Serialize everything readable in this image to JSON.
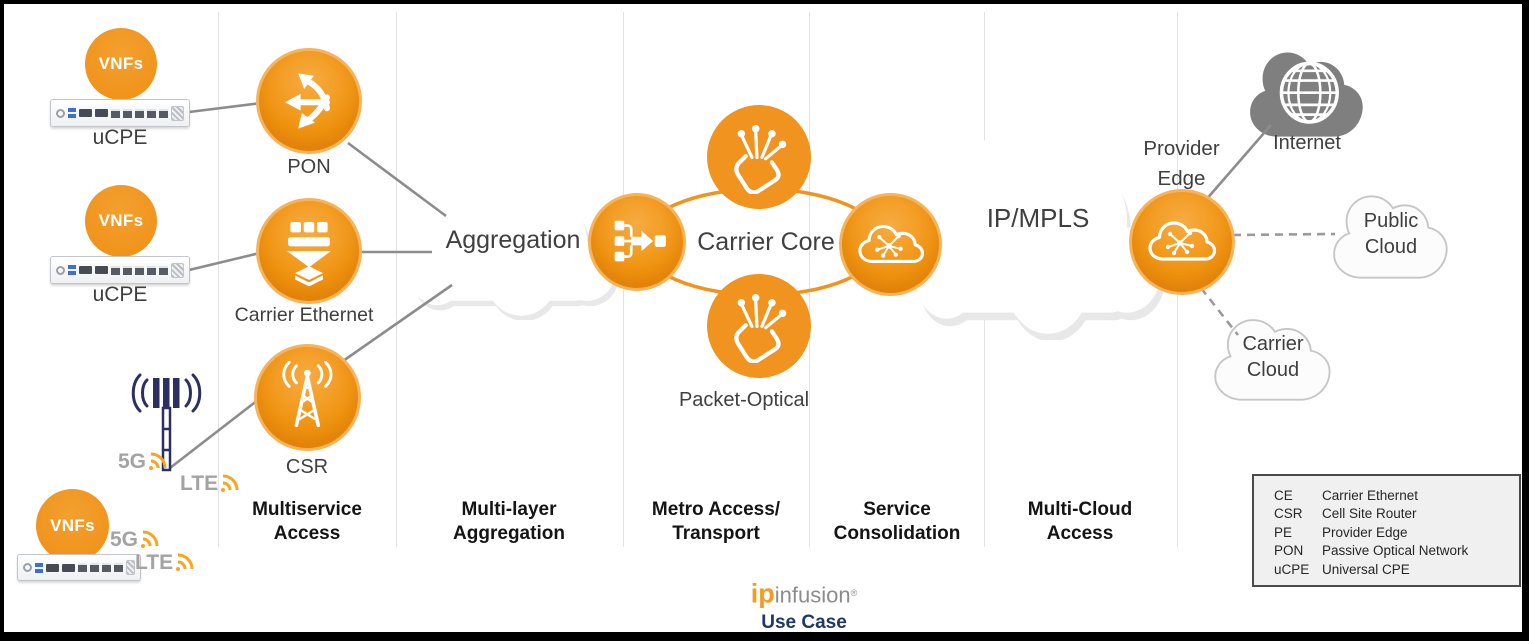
{
  "labels": {
    "vnfs": "VNFs",
    "ucpe": "uCPE",
    "pon": "PON",
    "carrier_ethernet": "Carrier Ethernet",
    "csr": "CSR",
    "aggregation": "Aggregation",
    "carrier_core": "Carrier Core",
    "packet_optical": "Packet-Optical",
    "ip_mpls": "IP/MPLS",
    "provider_edge_line1": "Provider",
    "provider_edge_line2": "Edge",
    "internet": "Internet",
    "public_cloud_line1": "Public",
    "public_cloud_line2": "Cloud",
    "carrier_cloud_line1": "Carrier",
    "carrier_cloud_line2": "Cloud",
    "g5": "5G",
    "lte": "LTE"
  },
  "columns": [
    {
      "line1": "Multiservice",
      "line2": "Access"
    },
    {
      "line1": "Multi-layer",
      "line2": "Aggregation"
    },
    {
      "line1": "Metro Access/",
      "line2": "Transport"
    },
    {
      "line1": "Service",
      "line2": "Consolidation"
    },
    {
      "line1": "Multi-Cloud",
      "line2": "Access"
    }
  ],
  "legend": {
    "rows": [
      {
        "abbr": "CE",
        "name": "Carrier Ethernet"
      },
      {
        "abbr": "CSR",
        "name": "Cell Site Router"
      },
      {
        "abbr": "PE",
        "name": "Provider Edge"
      },
      {
        "abbr": "PON",
        "name": "Passive Optical Network"
      },
      {
        "abbr": "uCPE",
        "name": "Universal CPE"
      }
    ]
  },
  "footer": {
    "logo_ip": "ip",
    "logo_rest": "infusion",
    "logo_mark": "®",
    "caption": "Use Case"
  },
  "colors": {
    "node_orange": "#F0931F",
    "node_rim": "#F6B35A",
    "line_gray": "#8C8C8C",
    "tower_navy": "#2B3061",
    "internet_gray": "#7F7F7F",
    "label_dark": "#3F3F3F",
    "logo_orange": "#F59B20",
    "logo_navy": "#1F3864"
  }
}
